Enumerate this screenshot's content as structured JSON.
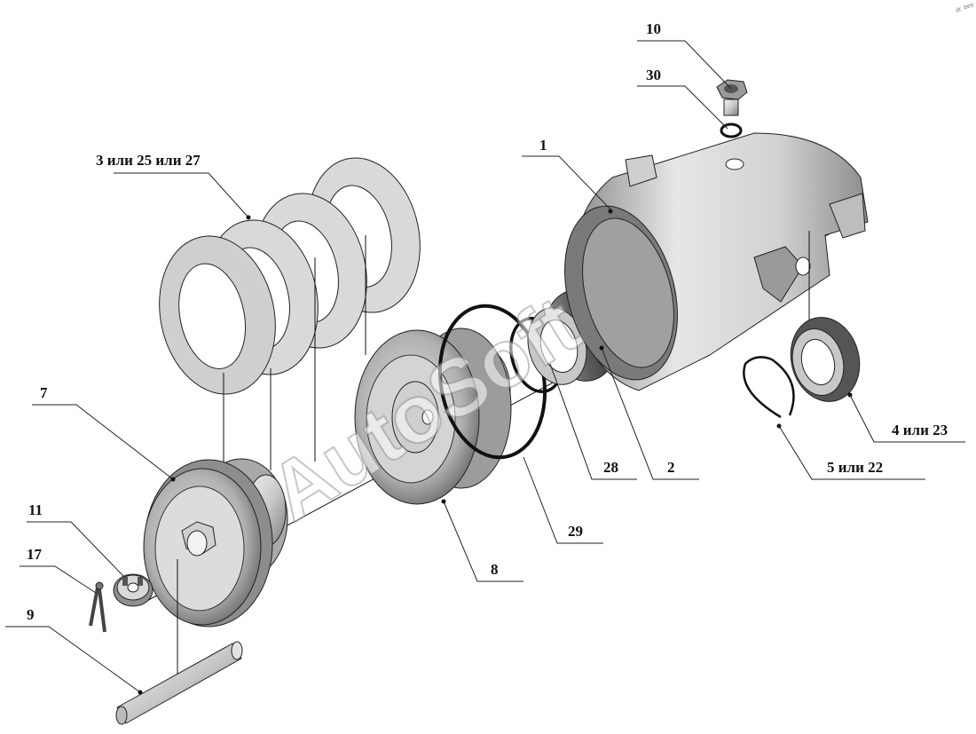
{
  "watermark": "AutoSoft",
  "corner_mark": "dr. bes",
  "callouts": [
    {
      "id": "c10",
      "label": "10"
    },
    {
      "id": "c30",
      "label": "30"
    },
    {
      "id": "c1",
      "label": "1"
    },
    {
      "id": "c3",
      "label": "3 или 25 или 27"
    },
    {
      "id": "c7",
      "label": "7"
    },
    {
      "id": "c11",
      "label": "11"
    },
    {
      "id": "c17",
      "label": "17"
    },
    {
      "id": "c9",
      "label": "9"
    },
    {
      "id": "c8",
      "label": "8"
    },
    {
      "id": "c29",
      "label": "29"
    },
    {
      "id": "c28",
      "label": "28"
    },
    {
      "id": "c2",
      "label": "2"
    },
    {
      "id": "c5",
      "label": "5 или 22"
    },
    {
      "id": "c4",
      "label": "4 или 23"
    }
  ]
}
